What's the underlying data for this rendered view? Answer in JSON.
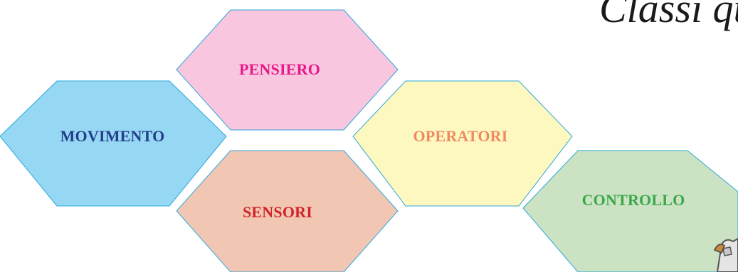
{
  "title": "Classi qu",
  "hexes": [
    {
      "id": "pensiero",
      "label": "PENSIERO",
      "fill": "#f8c6de",
      "text_color": "#e6198a"
    },
    {
      "id": "movimento",
      "label": "MOVIMENTO",
      "fill": "#96d7f3",
      "text_color": "#233e8b"
    },
    {
      "id": "operatori",
      "label": "OPERATORI",
      "fill": "#fdf7c0",
      "text_color": "#f08a63"
    },
    {
      "id": "sensori",
      "label": "SENSORI",
      "fill": "#f1c7b4",
      "text_color": "#d2232a"
    },
    {
      "id": "controllo",
      "label": "CONTROLLO",
      "fill": "#cbe2c3",
      "text_color": "#3aa84a"
    }
  ],
  "colors": {
    "hex_stroke": "#2ea8dc"
  },
  "icons": [
    "mascot-figure-icon"
  ]
}
